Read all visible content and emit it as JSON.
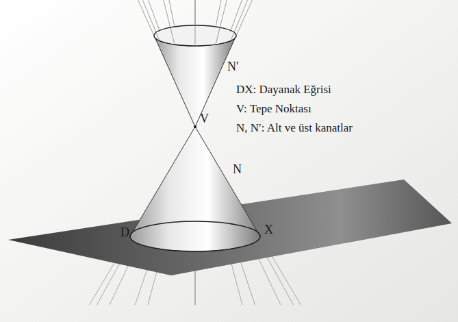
{
  "diagram": {
    "labels": [
      "N′",
      "DX: Dayanak Eğrisi",
      "V: Tepe Noktası",
      "V",
      "N, N′: Alt ve üst kanatlar",
      "N",
      "D",
      "X"
    ]
  }
}
